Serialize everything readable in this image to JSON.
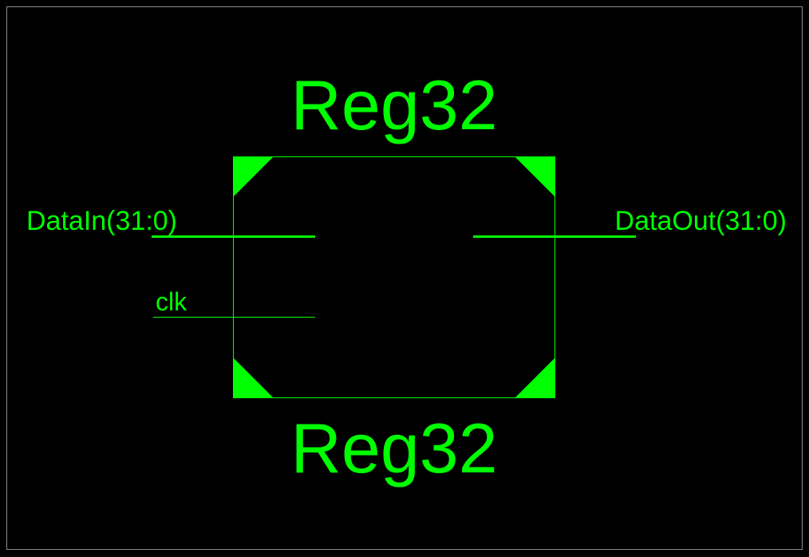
{
  "symbol": {
    "name_top": "Reg32",
    "name_bottom": "Reg32",
    "inputs": [
      {
        "label": "DataIn(31:0)",
        "bus": true
      },
      {
        "label": "clk",
        "bus": false
      }
    ],
    "outputs": [
      {
        "label": "DataOut(31:0)",
        "bus": true
      }
    ]
  },
  "colors": {
    "background": "#000000",
    "frame": "#8c8c8c",
    "symbol": "#00ff00"
  }
}
